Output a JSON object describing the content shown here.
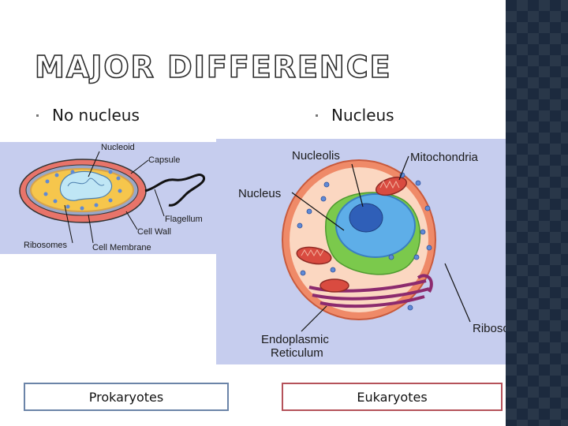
{
  "slide": {
    "title": "MAJOR DIFFERENCE",
    "bullet_left": "No nucleus",
    "bullet_right": "Nucleus"
  },
  "prokaryote": {
    "labels": {
      "nucleoid": "Nucleoid",
      "capsule": "Capsule",
      "flagellum": "Flagellum",
      "cell_wall": "Cell Wall",
      "ribosomes": "Ribosomes",
      "cell_membrane": "Cell Membrane"
    },
    "caption": "Prokaryotes"
  },
  "eukaryote": {
    "labels": {
      "nucleolis": "Nucleolis",
      "mitochondria": "Mitochondria",
      "nucleus": "Nucleus",
      "ribosomes": "Ribosomes",
      "er_line1": "Endoplasmic",
      "er_line2": "Reticulum"
    },
    "caption": "Eukaryotes"
  },
  "colors": {
    "panel_bg": "#c6cdee",
    "capsule": "#e8746a",
    "cell_wall": "#9aa7c7",
    "cytoplasm": "#f6c64c",
    "nucleoid": "#bfe6f5",
    "euk_membrane": "#ef8a68",
    "euk_cytoplasm": "#fbd7c1",
    "nucleus": "#5eaee8",
    "er": "#7bc94c",
    "er_purple": "#8c2a6e",
    "mito": "#d94b40",
    "ribosome": "#5f8ad6",
    "prok_caption_border": "#6b84a8",
    "euk_caption_border": "#b5525a"
  }
}
